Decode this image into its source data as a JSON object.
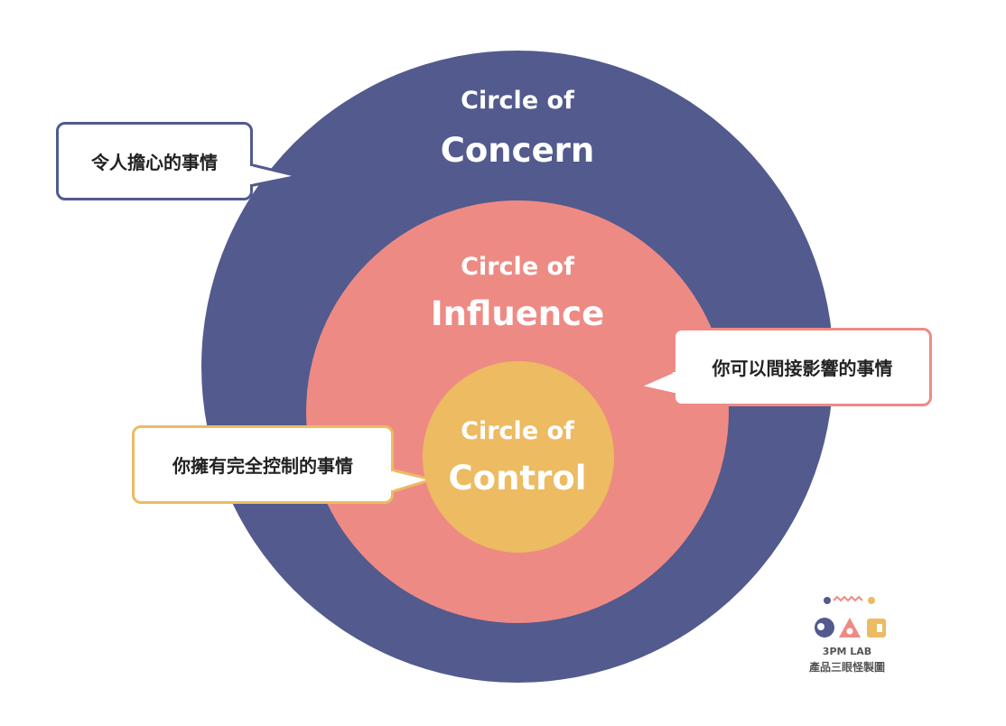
{
  "circles": {
    "concern": {
      "line1": "Circle of",
      "line2": "Concern",
      "color": "#525a8e"
    },
    "influence": {
      "line1": "Circle of",
      "line2": "Influence",
      "color": "#ee8a84"
    },
    "control": {
      "line1": "Circle of",
      "line2": "Control",
      "color": "#ecbb62"
    }
  },
  "callouts": {
    "concern": "令人擔心的事情",
    "influence": "你可以間接影響的事情",
    "control": "你擁有完全控制的事情"
  },
  "logo": {
    "name": "3PM LAB",
    "subtitle": "產品三眼怪製圖"
  }
}
